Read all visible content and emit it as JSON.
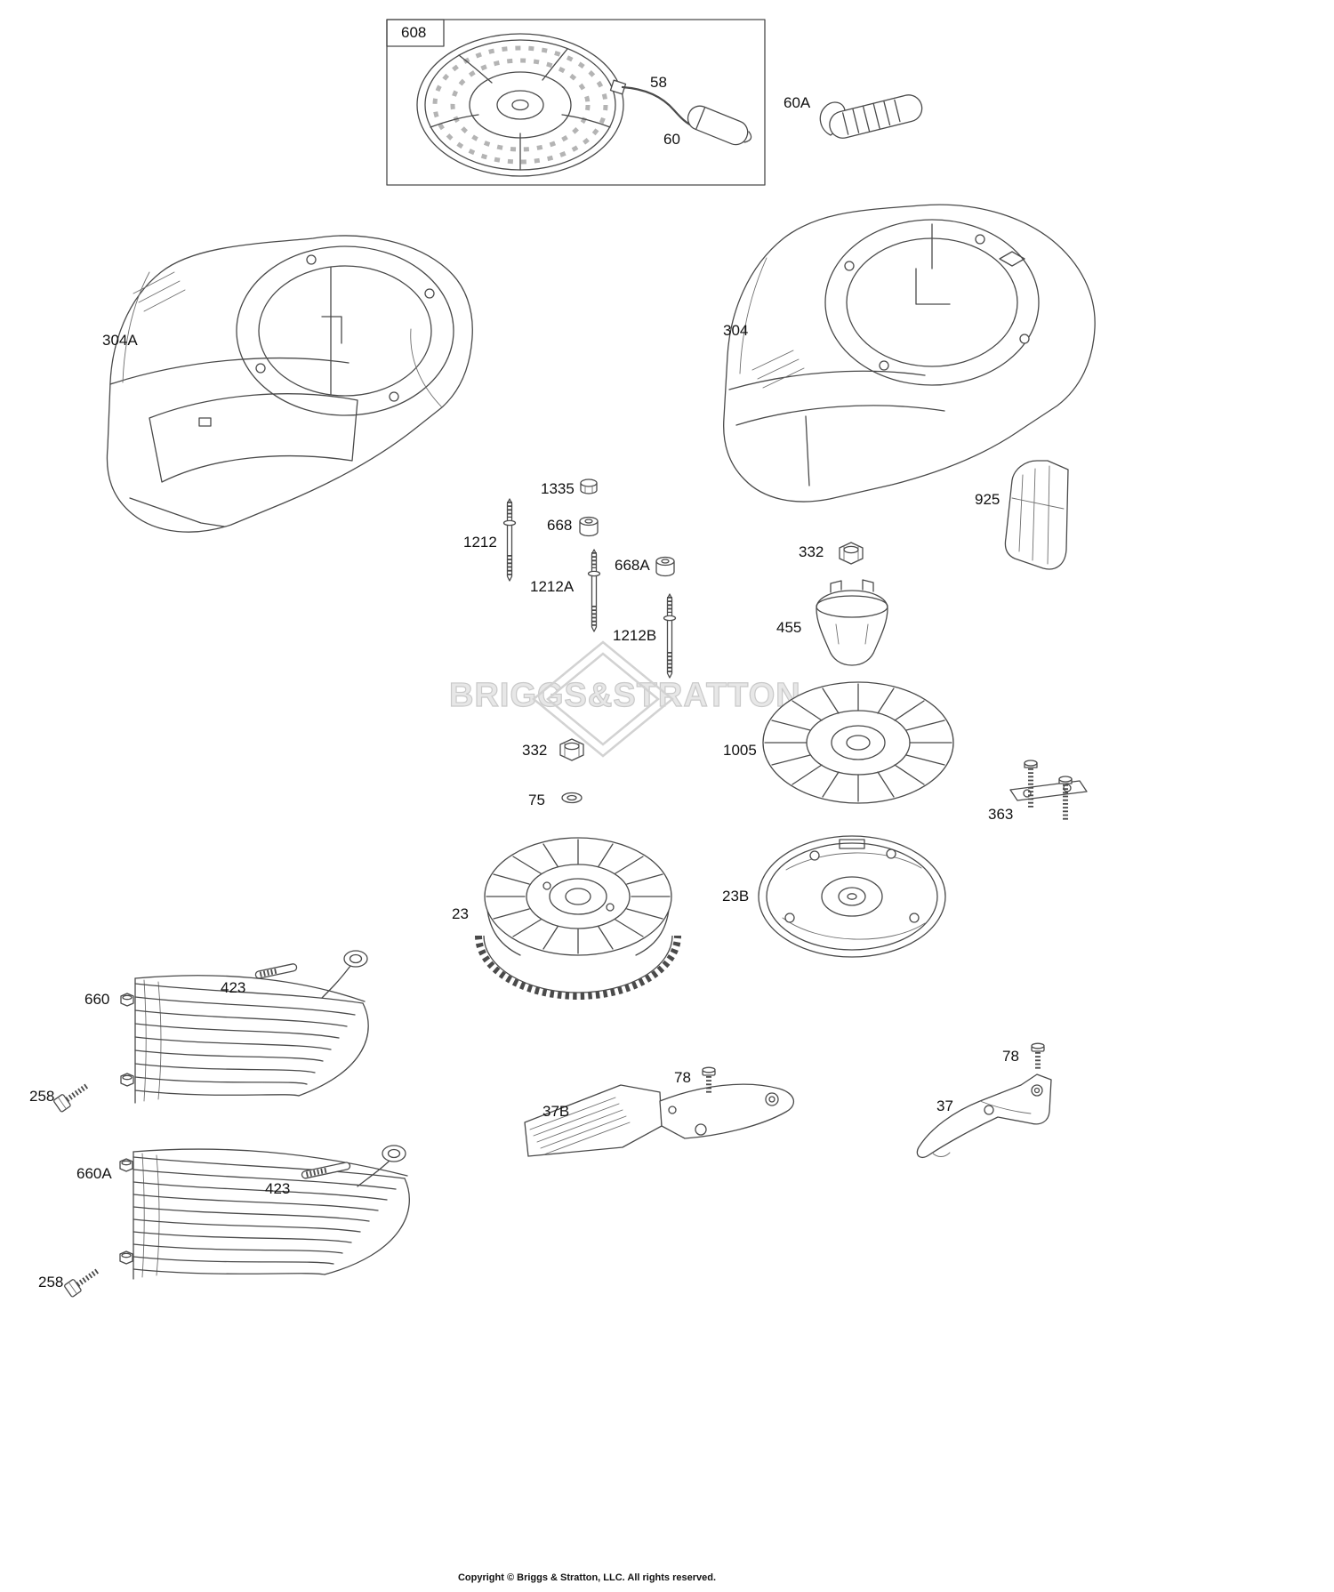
{
  "page": {
    "watermark": "BRIGGS&STRATTON",
    "copyright": "Copyright © Briggs & Stratton, LLC. All rights reserved."
  },
  "callouts": {
    "c608": "608",
    "c58": "58",
    "c60": "60",
    "c60A": "60A",
    "c304A": "304A",
    "c304": "304",
    "c925": "925",
    "c1335": "1335",
    "c668": "668",
    "c1212": "1212",
    "c668A": "668A",
    "c1212A": "1212A",
    "c1212B": "1212B",
    "c332_upper": "332",
    "c455": "455",
    "c332_lower": "332",
    "c75": "75",
    "c1005": "1005",
    "c363": "363",
    "c23": "23",
    "c23B": "23B",
    "c660": "660",
    "c423_upper": "423",
    "c258_upper": "258",
    "c660A": "660A",
    "c423_lower": "423",
    "c258_lower": "258",
    "c37B": "37B",
    "c78_left": "78",
    "c78_right": "78",
    "c37": "37"
  }
}
